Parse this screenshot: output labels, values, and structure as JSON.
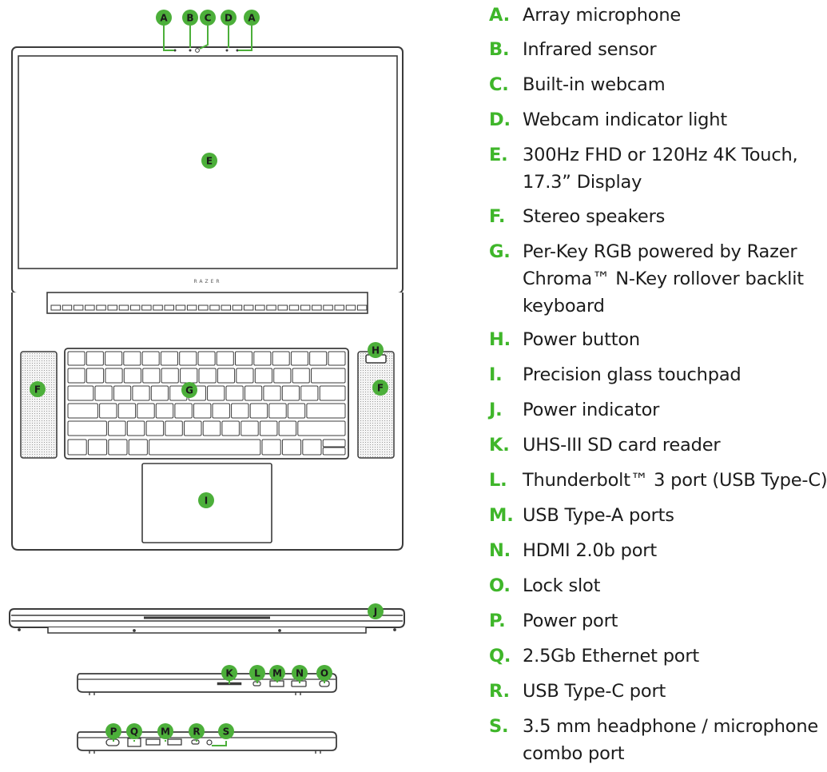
{
  "colors": {
    "accent": "#4caf3a",
    "accent_text": "#3fb62a",
    "line": "#3b3b3b"
  },
  "brand_mark": "RAZER",
  "callouts": {
    "A": "A",
    "B": "B",
    "C": "C",
    "D": "D",
    "E": "E",
    "F": "F",
    "G": "G",
    "H": "H",
    "I": "I",
    "J": "J",
    "K": "K",
    "L": "L",
    "M": "M",
    "N": "N",
    "O": "O",
    "P": "P",
    "Q": "Q",
    "R": "R",
    "S": "S"
  },
  "legend": [
    {
      "letter": "A.",
      "lines": [
        "Array microphone"
      ]
    },
    {
      "letter": "B.",
      "lines": [
        "Infrared sensor"
      ]
    },
    {
      "letter": "C.",
      "lines": [
        "Built-in webcam"
      ]
    },
    {
      "letter": "D.",
      "lines": [
        "Webcam indicator light"
      ]
    },
    {
      "letter": "E.",
      "lines": [
        "300Hz FHD or 120Hz 4K Touch,",
        "17.3” Display"
      ]
    },
    {
      "letter": "F.",
      "lines": [
        "Stereo speakers"
      ]
    },
    {
      "letter": "G.",
      "lines": [
        "Per-Key RGB powered by Razer",
        "Chroma™ N-Key rollover backlit",
        "keyboard"
      ]
    },
    {
      "letter": "H.",
      "lines": [
        "Power button"
      ]
    },
    {
      "letter": "I.",
      "lines": [
        "Precision glass touchpad"
      ]
    },
    {
      "letter": "J.",
      "lines": [
        "Power indicator"
      ]
    },
    {
      "letter": "K.",
      "lines": [
        "UHS-III SD card reader"
      ]
    },
    {
      "letter": "L.",
      "lines": [
        "Thunderbolt™ 3 port (USB Type-C)"
      ]
    },
    {
      "letter": "M.",
      "lines": [
        "USB Type-A ports"
      ]
    },
    {
      "letter": "N.",
      "lines": [
        "HDMI 2.0b port"
      ]
    },
    {
      "letter": "O.",
      "lines": [
        "Lock slot"
      ]
    },
    {
      "letter": "P.",
      "lines": [
        "Power port"
      ]
    },
    {
      "letter": "Q.",
      "lines": [
        "2.5Gb Ethernet port"
      ]
    },
    {
      "letter": "R.",
      "lines": [
        "USB Type-C port"
      ]
    },
    {
      "letter": "S.",
      "lines": [
        "3.5 mm headphone / microphone",
        "combo port"
      ]
    }
  ]
}
